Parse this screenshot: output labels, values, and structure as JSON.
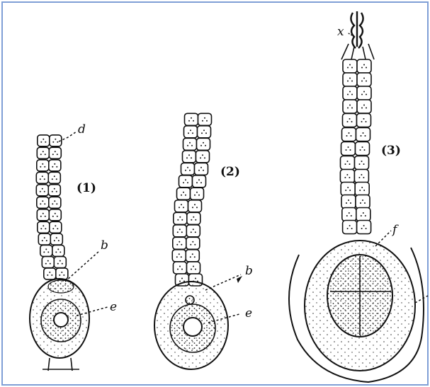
{
  "figure": {
    "frame_color": "#7f9fd6",
    "ink_color": "#111111",
    "panels": [
      {
        "id": "1",
        "number": "(1)",
        "labels": [
          "d",
          "b",
          "e"
        ]
      },
      {
        "id": "2",
        "number": "(2)",
        "labels": [
          "b",
          "e"
        ]
      },
      {
        "id": "3",
        "number": "(3)",
        "labels": [
          "x",
          "f"
        ]
      }
    ]
  }
}
